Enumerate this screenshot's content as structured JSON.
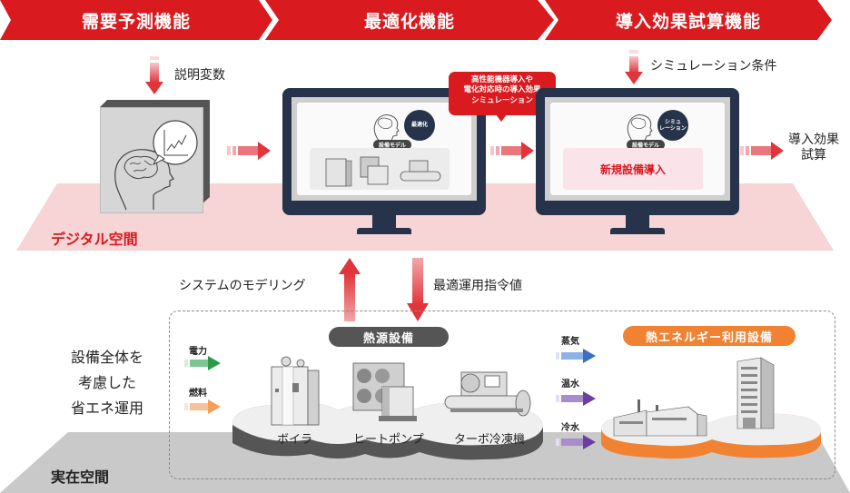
{
  "banner": {
    "stages": [
      {
        "label": "需要予測機能"
      },
      {
        "label": "最適化機能"
      },
      {
        "label": "導入効果試算機能"
      }
    ]
  },
  "digital": {
    "plane_label": "デジタル空間",
    "input_label": "説明変数",
    "sim_condition_label": "シミュレーション条件",
    "output_label_line1": "導入効果",
    "output_label_line2": "試算",
    "callout_line1": "高性能機器導入や",
    "callout_line2": "電化対応時の導入効果",
    "callout_line3": "シミュレーション",
    "monitor1": {
      "badge": "最適化",
      "model_tag": "設備モデル"
    },
    "monitor2": {
      "badge_line1": "シミュ",
      "badge_line2": "レーション",
      "model_tag": "設備モデル",
      "highlight": "新規設備導入"
    }
  },
  "links": {
    "up_label": "システムのモデリング",
    "down_label": "最適運用指令値"
  },
  "real": {
    "plane_label": "実在空間",
    "side_line1": "設備全体を",
    "side_line2": "考慮した",
    "side_line3": "省エネ運用",
    "inputs": [
      {
        "label": "電力",
        "color": "#2e9a48"
      },
      {
        "label": "燃料",
        "color": "#f3a05b"
      }
    ],
    "heat_source": {
      "title": "熱源設備",
      "items": [
        {
          "label": "ボイラ"
        },
        {
          "label": "ヒートポンプ"
        },
        {
          "label": "ターボ冷凍機"
        }
      ]
    },
    "outputs": [
      {
        "label": "蒸気",
        "color": "#3b6fc4"
      },
      {
        "label": "温水",
        "color": "#6a3fa0"
      },
      {
        "label": "冷水",
        "color": "#6a3fa0"
      }
    ],
    "heat_use": {
      "title": "熱エネルギー利用設備"
    }
  },
  "colors": {
    "brand_red": "#d91a1f",
    "orange": "#f08232",
    "navy": "#26334a"
  }
}
